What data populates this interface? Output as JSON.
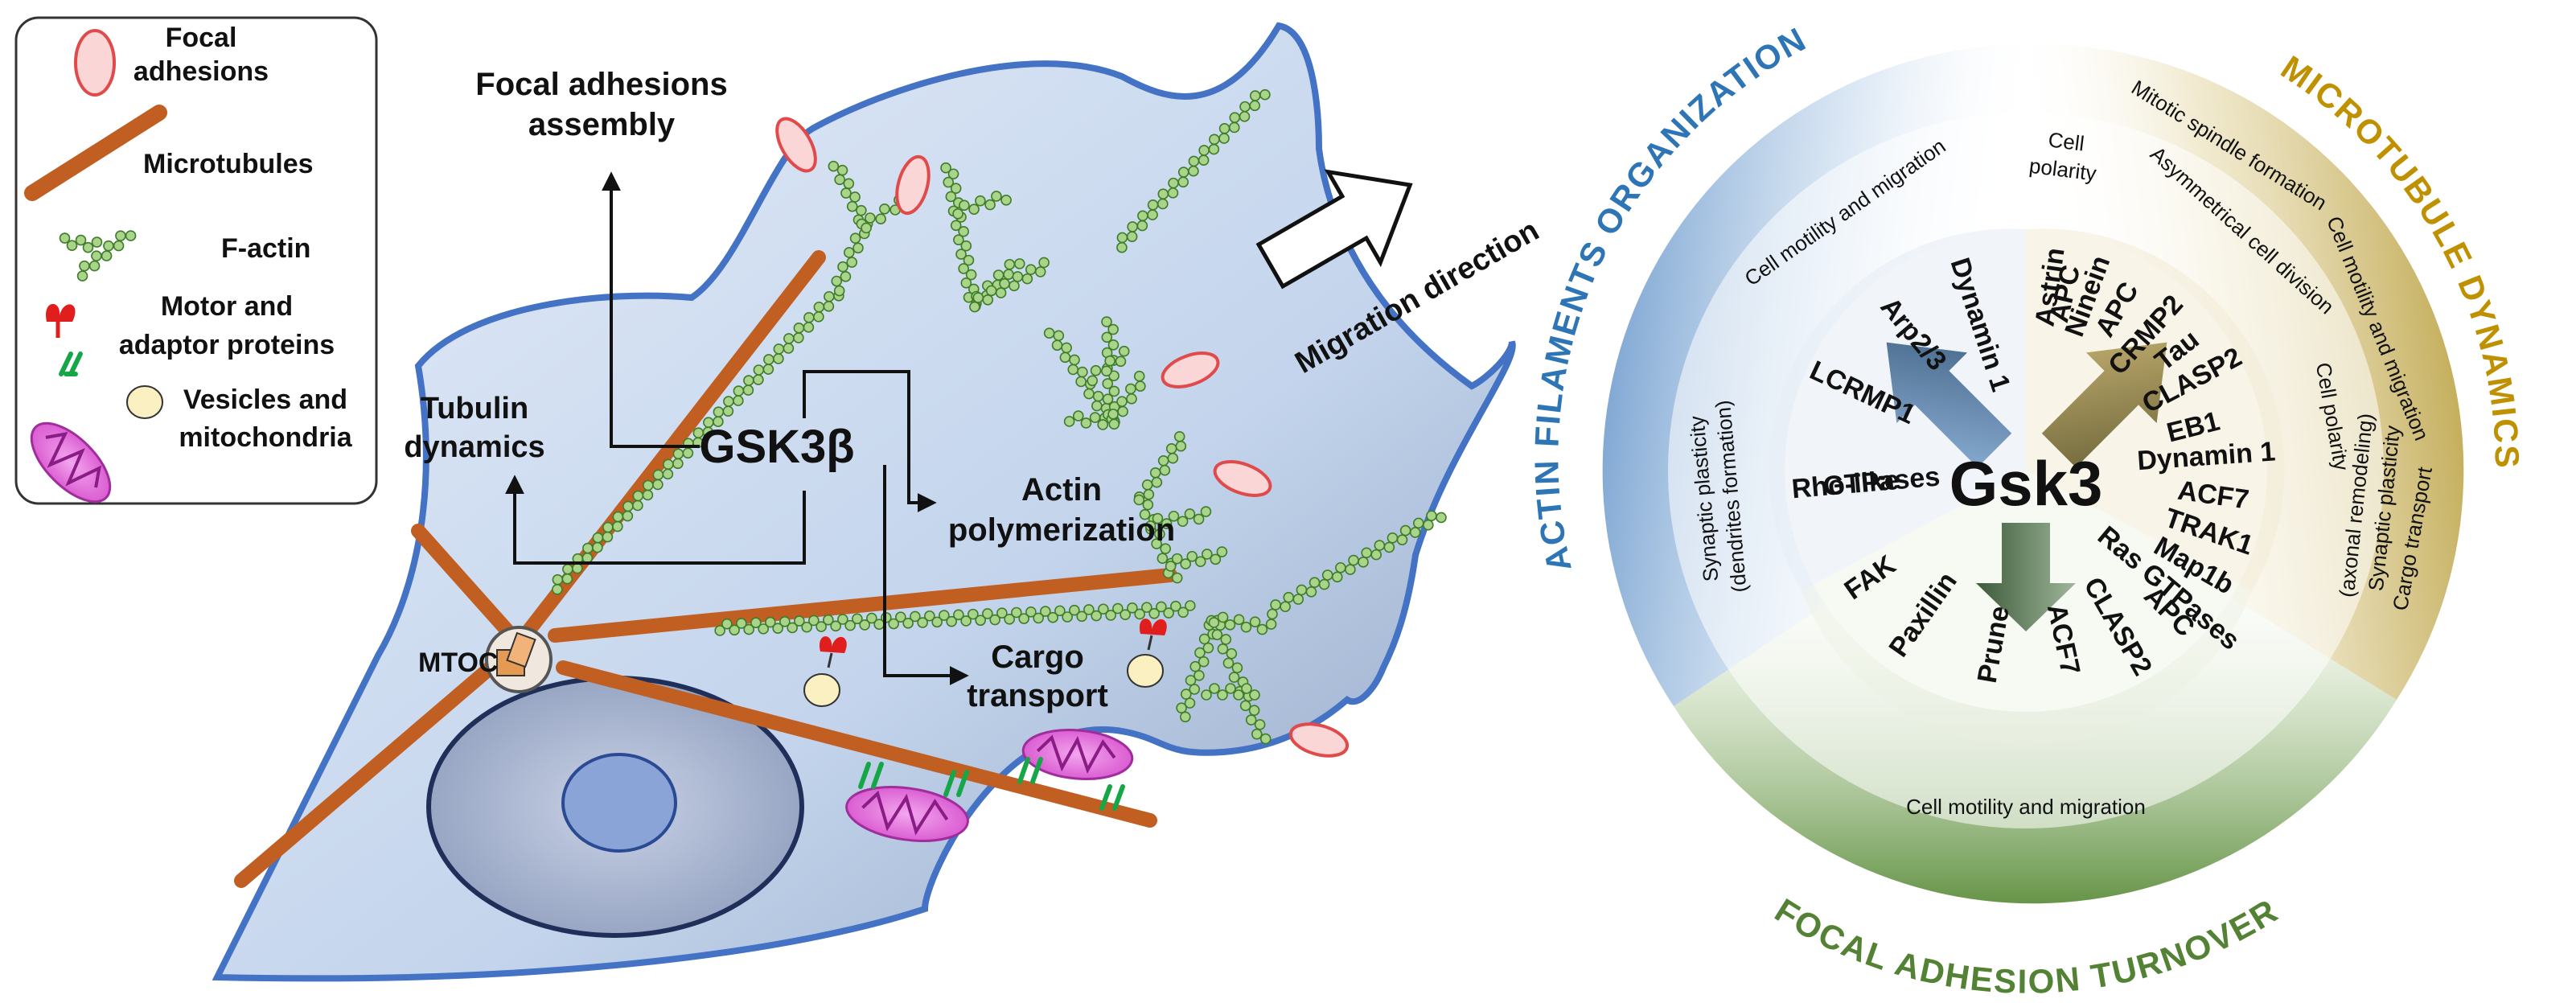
{
  "legend": {
    "focal_adhesions": "Focal adhesions",
    "microtubules": "Microtubules",
    "f_actin": "F-actin",
    "motor_adaptor": "Motor and adaptor proteins",
    "vesicles_mito": "Vesicles and mitochondria"
  },
  "cell": {
    "gsk": "GSK3β",
    "focal_adhesions_assembly": "Focal adhesions assembly",
    "tubulin_dynamics": "Tubulin dynamics",
    "actin_polymerization": "Actin polymerization",
    "cargo_transport": "Cargo transport",
    "mtoc": "MTOC",
    "migration_direction": "Migration direction"
  },
  "wheel": {
    "center": "Gsk3",
    "sector_actin": "ACTIN FILAMENTS ORGANIZATION",
    "sector_microtubule": "MICROTUBULE DYNAMICS",
    "sector_focal": "FOCAL ADHESION TURNOVER",
    "actin_proteins": [
      "APC",
      "Dynamin 1",
      "Arp2/3",
      "LCRMP1",
      "Rho-like",
      "GTPases"
    ],
    "microtubule_proteins": [
      "Astrin",
      "Ninein",
      "APC",
      "CRMP2",
      "Tau",
      "CLASP2",
      "EB1",
      "Dynamin 1",
      "ACF7",
      "TRAK1",
      "Map1b",
      "Ras GTPases"
    ],
    "focal_proteins": [
      "FAK",
      "Paxillin",
      "Prune",
      "ACF7",
      "CLASP2",
      "APC"
    ],
    "actin_functions": [
      "Cell polarity",
      "Cell motility and migration",
      "Synaptic plasticity",
      "(dendrites formation)"
    ],
    "microtubule_functions": [
      "Mitotic spindle formation",
      "Asymmetrical cell division",
      "Cell motility and migration",
      "Cell polarity",
      "Synaptic plasticity",
      "(axonal remodeling)",
      "Cargo transport"
    ],
    "focal_functions": [
      "Cell motility and migration"
    ]
  }
}
